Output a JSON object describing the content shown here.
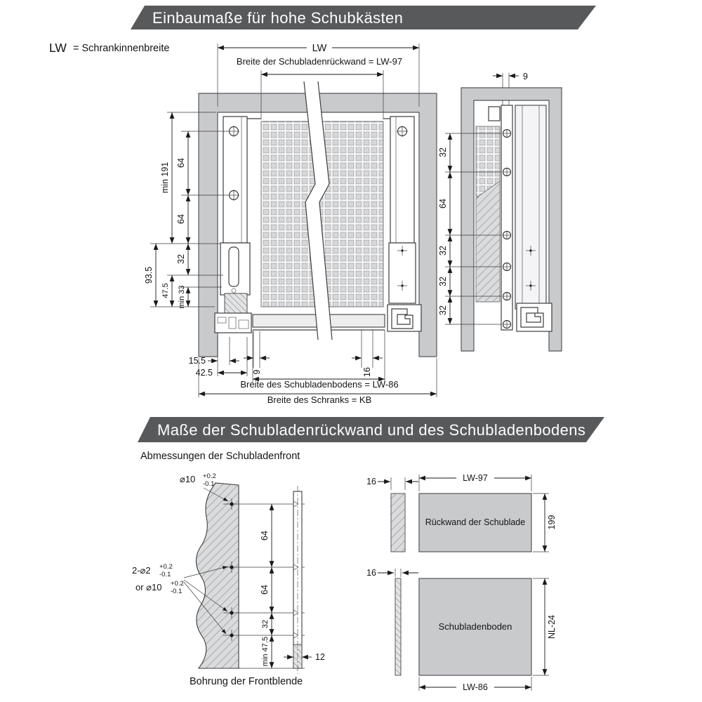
{
  "colors": {
    "banner_gray": "#58595b",
    "panel_gray": "#c9cacc"
  },
  "headers": {
    "top_banner": "Einbaumaße für hohe Schubkästen",
    "section_banner": "Maße der Schubladenrückwand und des Schubladenbodens"
  },
  "legend": {
    "abbr": "LW",
    "definition": "= Schrankinnenbreite"
  },
  "front_view": {
    "dim_lw": "LW",
    "label_back_width": "Breite der Schubladenrückwand = LW-97",
    "label_bottom_width": "Breite des Schubladenbodens = LW-86",
    "label_cabinet_width": "Breite des Schranks = KB",
    "dim_min_191": "min 191",
    "dim_64_top": "64",
    "dim_64_bottom": "64",
    "dim_32": "32",
    "dim_93_5": "93.5",
    "dim_47_5": "47.5",
    "dim_min_33": "min 33",
    "dim_15_5": "15.5",
    "dim_42_5": "42.5",
    "dim_9": "9",
    "dim_16": "16"
  },
  "side_view": {
    "dim_9": "9",
    "dim_32_1": "32",
    "dim_64": "64",
    "dim_32_2": "32",
    "dim_32_3": "32",
    "dim_32_4": "32"
  },
  "front_panel": {
    "title": "Abmessungen der Schubladenfront",
    "caption": "Bohrung der Frontblende",
    "dia_top": "⌀10",
    "dia_small": "2-⌀2",
    "dia_alt": "or ⌀10",
    "tolerance": {
      "plus": "+0.2",
      "minus": "-0.1"
    },
    "dim_64_top": "64",
    "dim_64_bottom": "64",
    "dim_32": "32",
    "dim_min_47_5": "min 47.5",
    "dim_12": "12"
  },
  "rear_panel": {
    "label": "Rückwand der Schublade",
    "dim_width": "LW-97",
    "dim_height": "199",
    "dim_thickness": "16"
  },
  "bottom_panel": {
    "label": "Schubladenboden",
    "dim_width": "LW-86",
    "dim_height": "NL-24",
    "dim_thickness": "16"
  }
}
